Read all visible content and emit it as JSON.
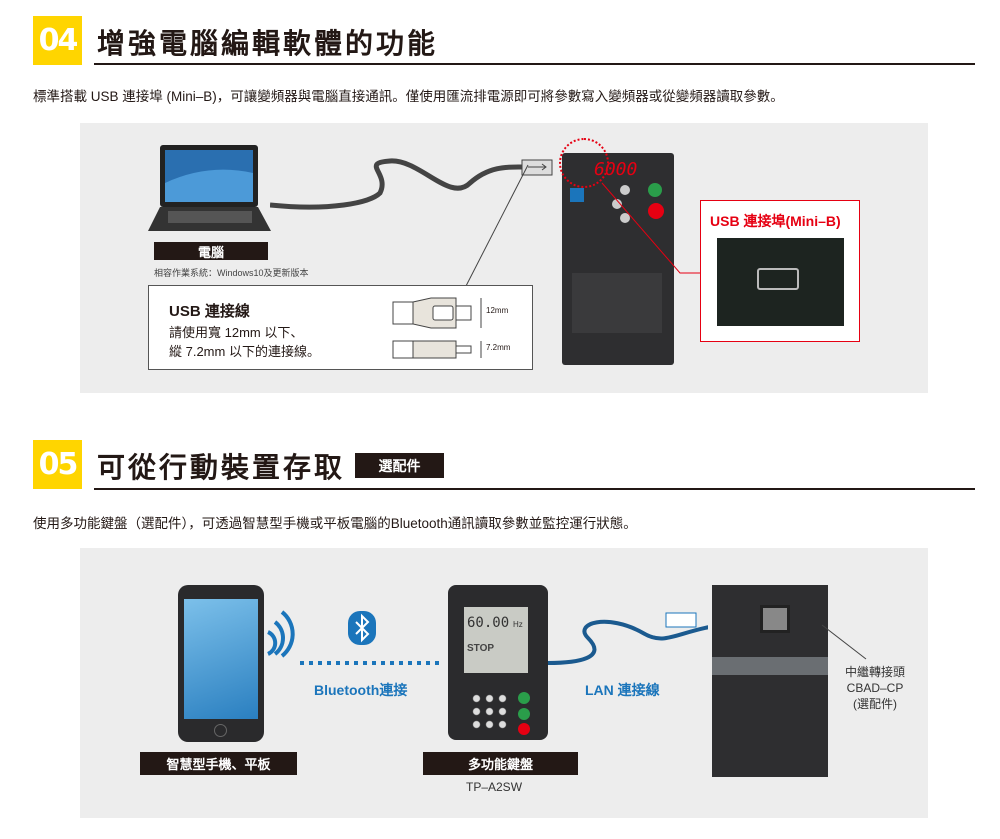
{
  "section04": {
    "number": "04",
    "title": "增強電腦編輯軟體的功能",
    "description": "標準搭載 USB 連接埠 (Mini–B)，可讓變頻器與電腦直接通訊。僅使用匯流排電源即可將參數寫入變頻器或從變頻器讀取參數。",
    "pc_label": "電腦",
    "pc_compat": "相容作業系統：Windows10及更新版本",
    "cable_title": "USB 連接線",
    "cable_line1": "請使用寬 12mm 以下、",
    "cable_line2": "縱 7.2mm 以下的連接線。",
    "dim_width": "12mm",
    "dim_height": "7.2mm",
    "inverter_display": "6000",
    "port_label": "USB 連接埠(Mini–B)"
  },
  "section05": {
    "number": "05",
    "title": "可從行動裝置存取",
    "option_badge": "選配件",
    "description": "使用多功能鍵盤（選配件），可透過智慧型手機或平板電腦的Bluetooth通訊讀取參數並監控運行狀態。",
    "phone_label": "智慧型手機、平板",
    "bluetooth_label": "Bluetooth連接",
    "keypad_label": "多功能鍵盤",
    "keypad_model": "TP–A2SW",
    "keypad_display_value": "60.00",
    "keypad_unit": "Hz",
    "keypad_status": "STOP",
    "lan_label": "LAN 連接線",
    "relay_line1": "中繼轉接頭",
    "relay_line2": "CBAD–CP",
    "relay_line3": "(選配件)"
  },
  "colors": {
    "accent": "#ffd500",
    "blue": "#1b75bb",
    "red": "#e60012",
    "dark": "#231815"
  }
}
